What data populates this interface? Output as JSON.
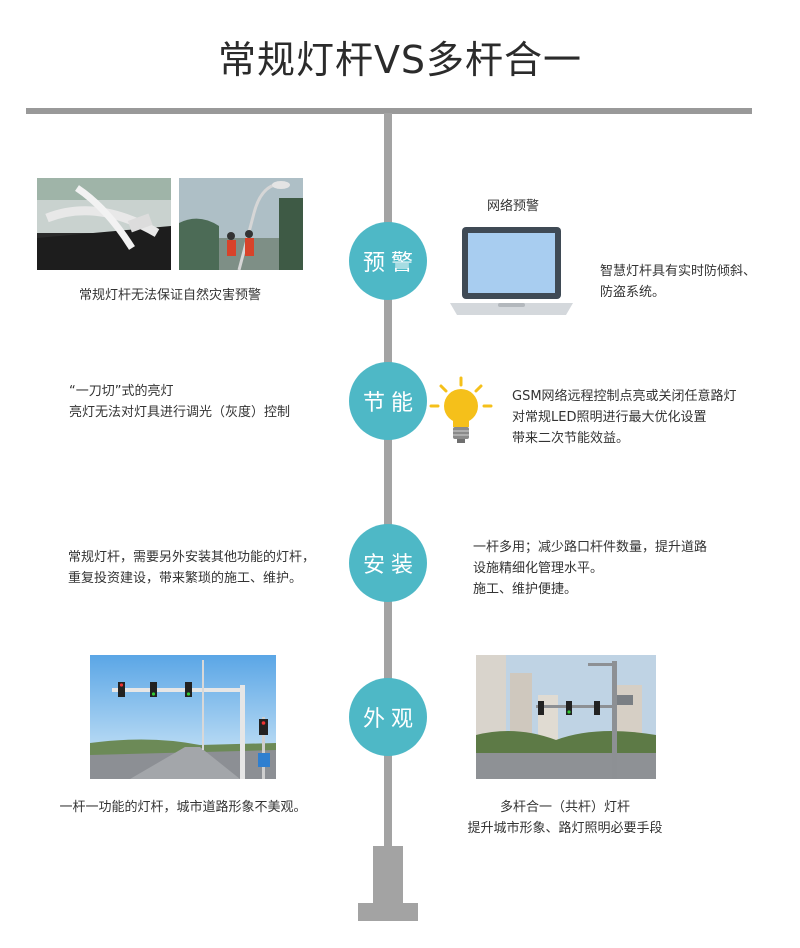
{
  "title": "常规灯杆VS多杆合一",
  "sections": {
    "warning": {
      "node_label": "预警",
      "left_caption": "常规灯杆无法保证自然灾害预警",
      "laptop_caption": "网络预警",
      "right_text": [
        "智慧灯杆具有实时防倾斜、",
        "防盗系统。"
      ]
    },
    "energy": {
      "node_label": "节能",
      "left_text": [
        "“一刀切”式的亮灯",
        "亮灯无法对灯具进行调光（灰度）控制"
      ],
      "right_text": [
        "GSM网络远程控制点亮或关闭任意路灯",
        "对常规LED照明进行最大优化设置",
        "带来二次节能效益。"
      ]
    },
    "install": {
      "node_label": "安装",
      "left_text": [
        "常规灯杆，需要另外安装其他功能的灯杆，",
        "重复投资建设，带来繁琐的施工、维护。"
      ],
      "right_text": [
        "一杆多用；减少路口杆件数量，提升道路",
        "设施精细化管理水平。",
        "施工、维护便捷。"
      ]
    },
    "appearance": {
      "node_label": "外观",
      "left_caption": "一杆一功能的灯杆，城市道路形象不美观。",
      "right_caption": [
        "多杆合一（共杆）灯杆",
        "提升城市形象、路灯照明必要手段"
      ]
    }
  },
  "colors": {
    "node": "#4eb8c6",
    "pole": "#a3a3a3",
    "bulb": "#f5c01a",
    "laptop_screen": "#a8cdf0"
  },
  "icons": [
    "laptop-icon",
    "light-bulb-icon"
  ]
}
